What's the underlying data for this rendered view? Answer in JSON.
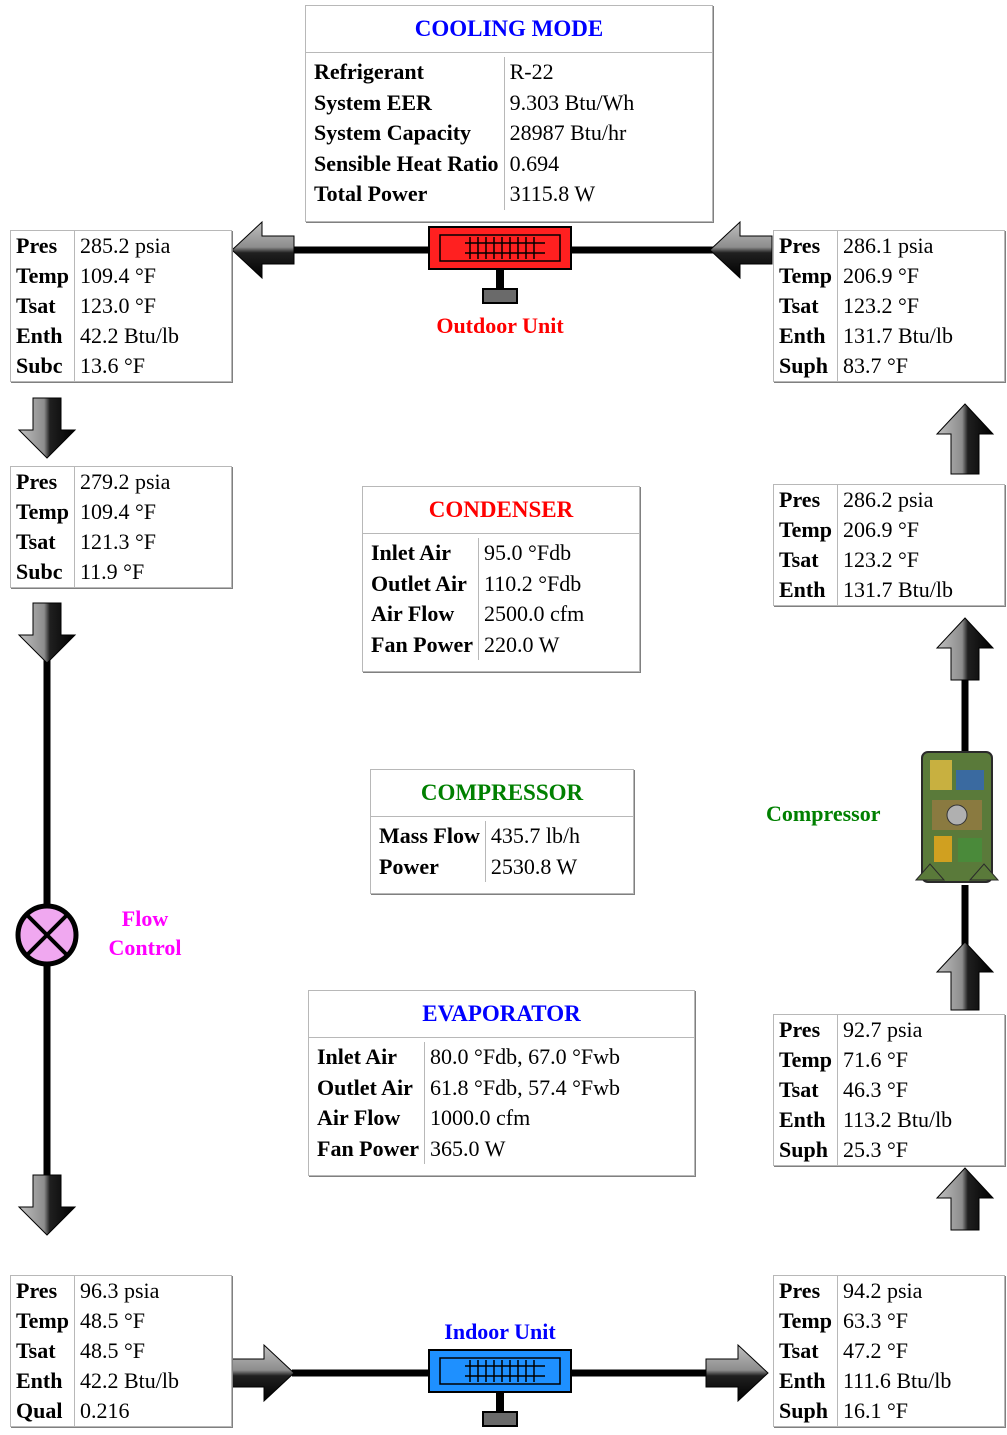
{
  "summary": {
    "title": "COOLING MODE",
    "rows": [
      {
        "k": "Refrigerant",
        "v": "R-22"
      },
      {
        "k": "System EER",
        "v": "9.303 Btu/Wh"
      },
      {
        "k": "System Capacity",
        "v": "28987 Btu/hr"
      },
      {
        "k": "Sensible Heat Ratio",
        "v": "0.694"
      },
      {
        "k": "Total Power",
        "v": "3115.8 W"
      }
    ]
  },
  "condenser": {
    "title": "CONDENSER",
    "rows": [
      {
        "k": "Inlet Air",
        "v": "95.0 °Fdb"
      },
      {
        "k": "Outlet Air",
        "v": "110.2 °Fdb"
      },
      {
        "k": "Air Flow",
        "v": "2500.0 cfm"
      },
      {
        "k": "Fan Power",
        "v": "220.0 W"
      }
    ]
  },
  "compressor": {
    "title": "COMPRESSOR",
    "rows": [
      {
        "k": "Mass Flow",
        "v": "435.7 lb/h"
      },
      {
        "k": "Power",
        "v": "2530.8 W"
      }
    ]
  },
  "evaporator": {
    "title": "EVAPORATOR",
    "rows": [
      {
        "k": "Inlet Air",
        "v": "80.0 °Fdb, 67.0 °Fwb"
      },
      {
        "k": "Outlet Air",
        "v": "61.8 °Fdb, 57.4 °Fwb"
      },
      {
        "k": "Air Flow",
        "v": "1000.0 cfm"
      },
      {
        "k": "Fan Power",
        "v": "365.0 W"
      }
    ]
  },
  "labels": {
    "outdoor_unit": "Outdoor Unit",
    "indoor_unit": "Indoor Unit",
    "compressor": "Compressor",
    "flow_control_1": "Flow",
    "flow_control_2": "Control"
  },
  "states": {
    "condenser_out": [
      {
        "k": "Pres",
        "v": "285.2 psia"
      },
      {
        "k": "Temp",
        "v": "109.4 °F"
      },
      {
        "k": "Tsat",
        "v": "123.0 °F"
      },
      {
        "k": "Enth",
        "v": "42.2 Btu/lb"
      },
      {
        "k": "Subc",
        "v": "13.6 °F"
      }
    ],
    "liquid_line": [
      {
        "k": "Pres",
        "v": "279.2 psia"
      },
      {
        "k": "Temp",
        "v": "109.4 °F"
      },
      {
        "k": "Tsat",
        "v": "121.3 °F"
      },
      {
        "k": "Subc",
        "v": "11.9 °F"
      }
    ],
    "evaporator_in": [
      {
        "k": "Pres",
        "v": "96.3 psia"
      },
      {
        "k": "Temp",
        "v": "48.5 °F"
      },
      {
        "k": "Tsat",
        "v": "48.5 °F"
      },
      {
        "k": "Enth",
        "v": "42.2 Btu/lb"
      },
      {
        "k": "Qual",
        "v": "0.216"
      }
    ],
    "condenser_in": [
      {
        "k": "Pres",
        "v": "286.1 psia"
      },
      {
        "k": "Temp",
        "v": "206.9 °F"
      },
      {
        "k": "Tsat",
        "v": "123.2 °F"
      },
      {
        "k": "Enth",
        "v": "131.7 Btu/lb"
      },
      {
        "k": "Suph",
        "v": "83.7 °F"
      }
    ],
    "discharge_line": [
      {
        "k": "Pres",
        "v": "286.2 psia"
      },
      {
        "k": "Temp",
        "v": "206.9 °F"
      },
      {
        "k": "Tsat",
        "v": "123.2 °F"
      },
      {
        "k": "Enth",
        "v": "131.7 Btu/lb"
      }
    ],
    "compressor_in": [
      {
        "k": "Pres",
        "v": "92.7 psia"
      },
      {
        "k": "Temp",
        "v": "71.6 °F"
      },
      {
        "k": "Tsat",
        "v": "46.3 °F"
      },
      {
        "k": "Enth",
        "v": "113.2 Btu/lb"
      },
      {
        "k": "Suph",
        "v": "25.3 °F"
      }
    ],
    "evaporator_out": [
      {
        "k": "Pres",
        "v": "94.2 psia"
      },
      {
        "k": "Temp",
        "v": "63.3 °F"
      },
      {
        "k": "Tsat",
        "v": "47.2 °F"
      },
      {
        "k": "Enth",
        "v": "111.6 Btu/lb"
      },
      {
        "k": "Suph",
        "v": "16.1 °F"
      }
    ]
  },
  "colors": {
    "summary_title": "#0000ff",
    "condenser_title": "#ff0000",
    "compressor_title": "#008000",
    "evaporator_title": "#0000ff",
    "outdoor_unit": "#ff0000",
    "indoor_unit": "#0000ff",
    "compressor_label": "#008000",
    "flow_control": "#ff00ff",
    "valve_fill": "#f0a8f0",
    "outdoor_unit_body": "#ff2020",
    "indoor_unit_body": "#1e90ff"
  }
}
